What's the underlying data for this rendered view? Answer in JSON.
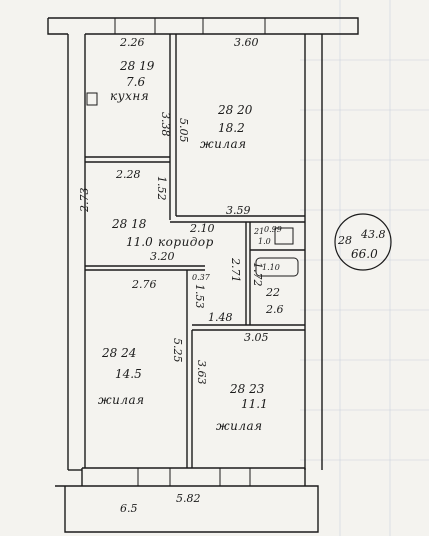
{
  "rooms": {
    "kitchen": {
      "number": "28 19",
      "area": "7.6",
      "name": "кухня"
    },
    "room20": {
      "number": "28 20",
      "area": "18.2",
      "name": "жилая"
    },
    "corridor": {
      "number": "28 18",
      "area": "11.0",
      "name": "коридор"
    },
    "room24": {
      "number": "28 24",
      "area": "14.5",
      "name": "жилая"
    },
    "room23": {
      "number": "28 23",
      "area": "11.1",
      "name": "жилая"
    },
    "bath": {
      "number": "22",
      "area": "2.6"
    },
    "wc": {
      "number": "21",
      "area": "1.0"
    }
  },
  "total": {
    "number": "28",
    "top": "43.8",
    "area": "66.0"
  },
  "dimensions": {
    "kitchen_top": "2.26",
    "room20_top": "3.60",
    "kitchen_right": "3.38",
    "room20_left": "5.05",
    "kitchen_bottom": "2.28",
    "corridor_vert": "1.52",
    "corridor_left": "2.73",
    "corridor_top": "2.10",
    "room20_bottom": "3.59",
    "corridor_bottom": "3.20",
    "wc_w": "0.37",
    "bath_side": "2.71",
    "bath_h": "1.72",
    "hall_bottom": "1.53",
    "room24_top": "2.76",
    "hall_w": "1.48",
    "room23_top": "3.05",
    "room24_right": "5.25",
    "room23_left": "3.63",
    "wc_top": "0.99",
    "wc_h": "1.10",
    "balcony_len": "5.82",
    "balcony_area": "6.5"
  },
  "colors": {
    "ink": "#1b1b1b",
    "paper": "#f4f3ef",
    "grid": "#c9d2dc"
  }
}
